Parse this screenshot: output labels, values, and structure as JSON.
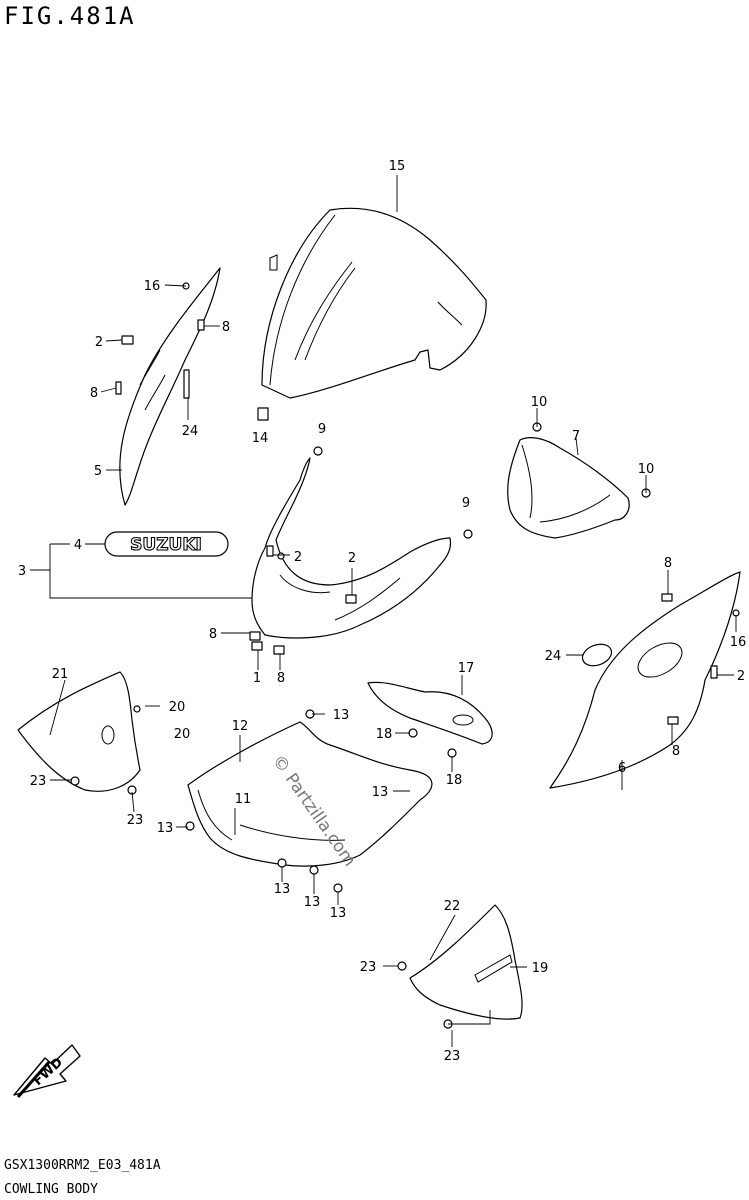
{
  "figure": {
    "title": "FIG.481A",
    "code": "GSX1300RRM2_E03_481A",
    "name": "COWLING BODY",
    "watermark": "© Partzilla.com"
  },
  "fwd_arrow": {
    "label": "FWD"
  },
  "callouts": {
    "c1": "1",
    "c2a": "2",
    "c2b": "2",
    "c2c": "2",
    "c2d": "2",
    "c3": "3",
    "c4": "4",
    "c5": "5",
    "c6": "6",
    "c7": "7",
    "c8a": "8",
    "c8b": "8",
    "c8c": "8",
    "c8d": "8",
    "c8e": "8",
    "c8f": "8",
    "c9a": "9",
    "c9b": "9",
    "c10a": "10",
    "c10b": "10",
    "c11": "11",
    "c12": "12",
    "c13a": "13",
    "c13b": "13",
    "c13c": "13",
    "c13d": "13",
    "c13e": "13",
    "c13f": "13",
    "c14": "14",
    "c15": "15",
    "c16a": "16",
    "c16b": "16",
    "c17": "17",
    "c18a": "18",
    "c18b": "18",
    "c19": "19",
    "c20a": "20",
    "c20b": "20",
    "c21": "21",
    "c22": "22",
    "c23a": "23",
    "c23b": "23",
    "c23c": "23",
    "c23d": "23",
    "c24a": "24",
    "c24b": "24"
  },
  "emblem_text": "SUZUKI"
}
